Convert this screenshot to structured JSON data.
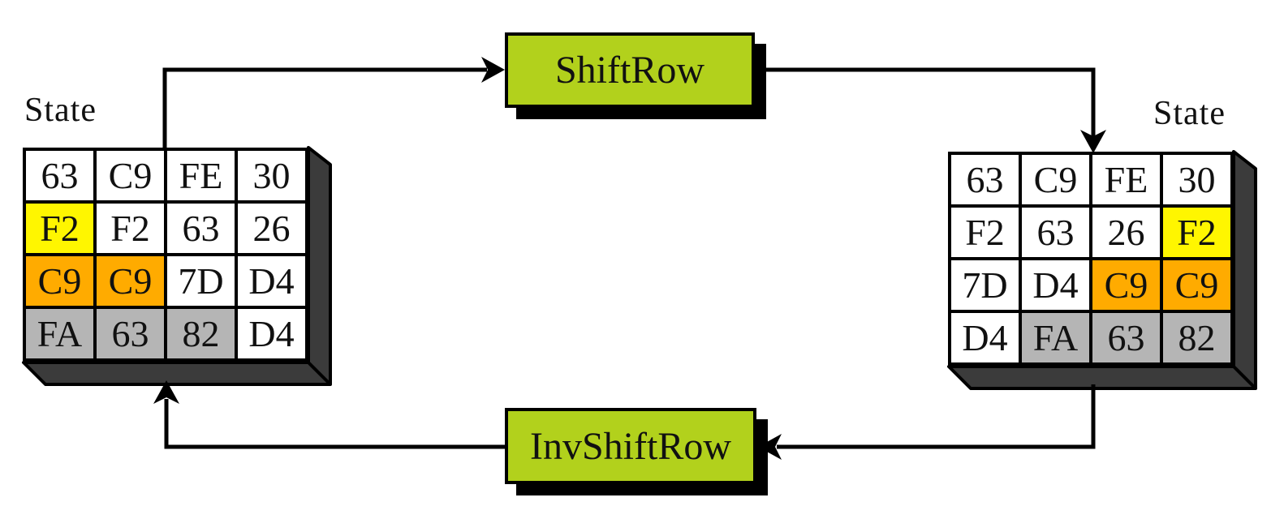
{
  "labels": {
    "left_state": "State",
    "right_state": "State",
    "shiftrow": "ShiftRow",
    "invshiftrow": "InvShiftRow"
  },
  "colors": {
    "white": "#FFFFFF",
    "yellow": "#FFF600",
    "orange": "#FFAB00",
    "gray": "#B5B5B5",
    "green": "#B2D11C",
    "extrude": "#3B3B3B",
    "line": "#000000"
  },
  "left_matrix": {
    "label": "State",
    "rows": [
      [
        {
          "v": "63",
          "bg": "#FFFFFF"
        },
        {
          "v": "C9",
          "bg": "#FFFFFF"
        },
        {
          "v": "FE",
          "bg": "#FFFFFF"
        },
        {
          "v": "30",
          "bg": "#FFFFFF"
        }
      ],
      [
        {
          "v": "F2",
          "bg": "#FFF600"
        },
        {
          "v": "F2",
          "bg": "#FFFFFF"
        },
        {
          "v": "63",
          "bg": "#FFFFFF"
        },
        {
          "v": "26",
          "bg": "#FFFFFF"
        }
      ],
      [
        {
          "v": "C9",
          "bg": "#FFAB00"
        },
        {
          "v": "C9",
          "bg": "#FFAB00"
        },
        {
          "v": "7D",
          "bg": "#FFFFFF"
        },
        {
          "v": "D4",
          "bg": "#FFFFFF"
        }
      ],
      [
        {
          "v": "FA",
          "bg": "#B5B5B5"
        },
        {
          "v": "63",
          "bg": "#B5B5B5"
        },
        {
          "v": "82",
          "bg": "#B5B5B5"
        },
        {
          "v": "D4",
          "bg": "#FFFFFF"
        }
      ]
    ]
  },
  "right_matrix": {
    "label": "State",
    "rows": [
      [
        {
          "v": "63",
          "bg": "#FFFFFF"
        },
        {
          "v": "C9",
          "bg": "#FFFFFF"
        },
        {
          "v": "FE",
          "bg": "#FFFFFF"
        },
        {
          "v": "30",
          "bg": "#FFFFFF"
        }
      ],
      [
        {
          "v": "F2",
          "bg": "#FFFFFF"
        },
        {
          "v": "63",
          "bg": "#FFFFFF"
        },
        {
          "v": "26",
          "bg": "#FFFFFF"
        },
        {
          "v": "F2",
          "bg": "#FFF600"
        }
      ],
      [
        {
          "v": "7D",
          "bg": "#FFFFFF"
        },
        {
          "v": "D4",
          "bg": "#FFFFFF"
        },
        {
          "v": "C9",
          "bg": "#FFAB00"
        },
        {
          "v": "C9",
          "bg": "#FFAB00"
        }
      ],
      [
        {
          "v": "D4",
          "bg": "#FFFFFF"
        },
        {
          "v": "FA",
          "bg": "#B5B5B5"
        },
        {
          "v": "63",
          "bg": "#B5B5B5"
        },
        {
          "v": "82",
          "bg": "#B5B5B5"
        }
      ]
    ]
  }
}
